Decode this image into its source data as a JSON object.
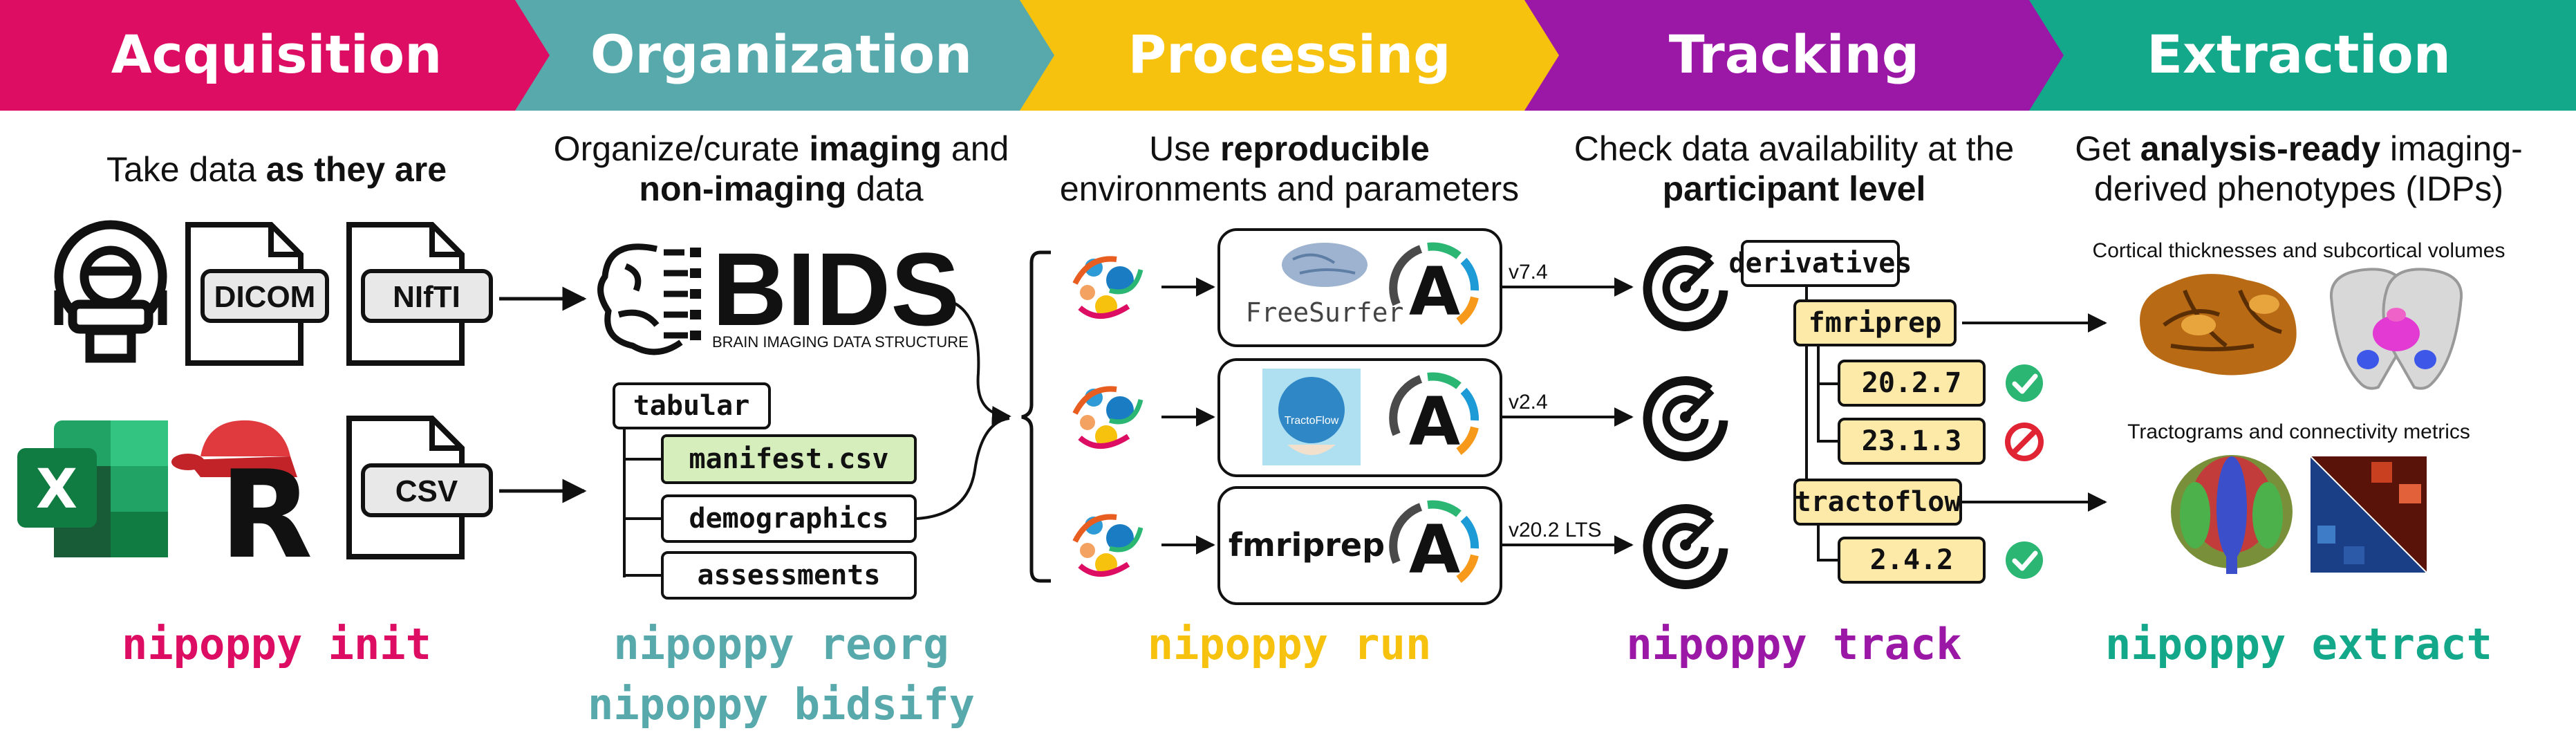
{
  "colors": {
    "acquisition": "#dc0d62",
    "organization": "#58a9ac",
    "processing": "#f7c20e",
    "tracking": "#9b17a6",
    "extraction": "#14a88a",
    "version_box": "#fde9a8",
    "highlight_box": "#d5eebc",
    "ok": "#2bb673",
    "fail": "#e02434"
  },
  "stages": [
    {
      "title": "Acquisition",
      "desc_pre": "Take data ",
      "desc_bold": "as they are",
      "desc_post": "",
      "commands": [
        "nipoppy init"
      ]
    },
    {
      "title": "Organization",
      "desc_line1_pre": "Organize/curate ",
      "desc_line1_bold": "imaging",
      "desc_line1_post": " and",
      "desc_line2_bold": "non-imaging",
      "desc_line2_post": " data",
      "commands": [
        "nipoppy reorg",
        "nipoppy bidsify"
      ]
    },
    {
      "title": "Processing",
      "desc_line1_pre": "Use ",
      "desc_line1_bold": "reproducible",
      "desc_line2": "environments and parameters",
      "commands": [
        "nipoppy run"
      ]
    },
    {
      "title": "Tracking",
      "desc_line1": "Check data availability at the",
      "desc_line2_bold": "participant level",
      "commands": [
        "nipoppy track"
      ]
    },
    {
      "title": "Extraction",
      "desc_line1_pre": "Get ",
      "desc_line1_bold": "analysis-ready",
      "desc_line1_post": " imaging-",
      "desc_line2": "derived phenotypes (IDPs)",
      "commands": [
        "nipoppy extract"
      ]
    }
  ],
  "acquisition": {
    "files": [
      "DICOM",
      "NIfTI",
      "CSV"
    ],
    "r_logo": "R",
    "excel_logo": "X",
    "icons": [
      "mri-scanner-icon",
      "excel-icon",
      "r-cap-icon"
    ]
  },
  "organization": {
    "bids_logo": "BIDS",
    "bids_subtitle": "BRAIN IMAGING DATA STRUCTURE",
    "tabular_root": "tabular",
    "tabular_items": [
      "manifest.csv",
      "demographics",
      "assessments"
    ]
  },
  "processing": {
    "pipelines": [
      {
        "name": "FreeSurfer",
        "version": "v7.4"
      },
      {
        "name": "TractoFlow",
        "version": "v2.4"
      },
      {
        "name": "fmriprep",
        "version": "v20.2 LTS"
      }
    ],
    "container_logo": "A"
  },
  "tracking": {
    "root": "derivatives",
    "pipelines": [
      {
        "name": "fmriprep",
        "versions": [
          {
            "label": "20.2.7",
            "status": "ok"
          },
          {
            "label": "23.1.3",
            "status": "fail"
          }
        ]
      },
      {
        "name": "tractoflow",
        "versions": [
          {
            "label": "2.4.2",
            "status": "ok"
          }
        ]
      }
    ]
  },
  "extraction": {
    "caption1": "Cortical thicknesses and subcortical volumes",
    "caption2": "Tractograms and connectivity metrics"
  }
}
